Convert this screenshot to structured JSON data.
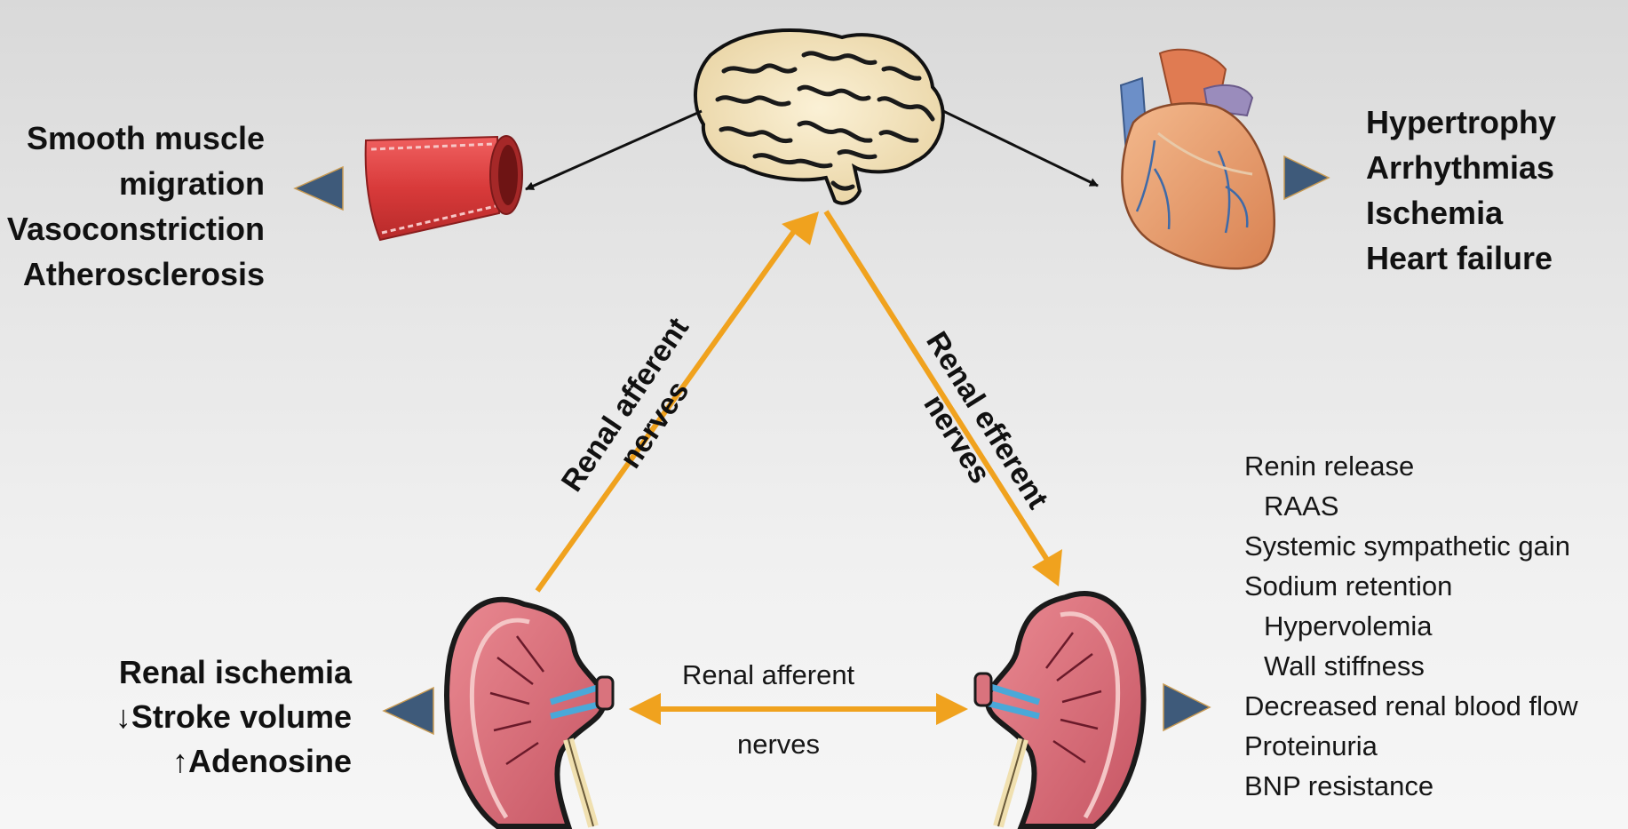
{
  "left_effects": [
    "Smooth muscle",
    "migration",
    "Vasoconstriction",
    "Atherosclerosis"
  ],
  "heart_effects": [
    "Hypertrophy",
    "Arrhythmias",
    "Ischemia",
    "Heart failure"
  ],
  "left_kidney_effects": [
    "Renal ischemia",
    "↓Stroke volume",
    "↑Adenosine"
  ],
  "right_kidney_effects": [
    "Renin release",
    "RAAS",
    "Systemic sympathetic gain",
    "Sodium retention",
    "Hypervolemia",
    "Wall stiffness",
    "Decreased renal blood flow",
    "Proteinuria",
    "BNP resistance"
  ],
  "arrows": {
    "afferent_line1": "Renal afferent",
    "afferent_line2": "nerves",
    "efferent_line1": "Renal efferent",
    "efferent_line2": "nerves",
    "horizontal_line1": "Renal afferent",
    "horizontal_line2": "nerves"
  },
  "colors": {
    "arrow_orange": "#f0a21e",
    "pointer_blue": "#3e5a7a",
    "kidney_pink": "#d9737d",
    "vessel_red": "#e04848",
    "heart_orange": "#e8a070"
  }
}
